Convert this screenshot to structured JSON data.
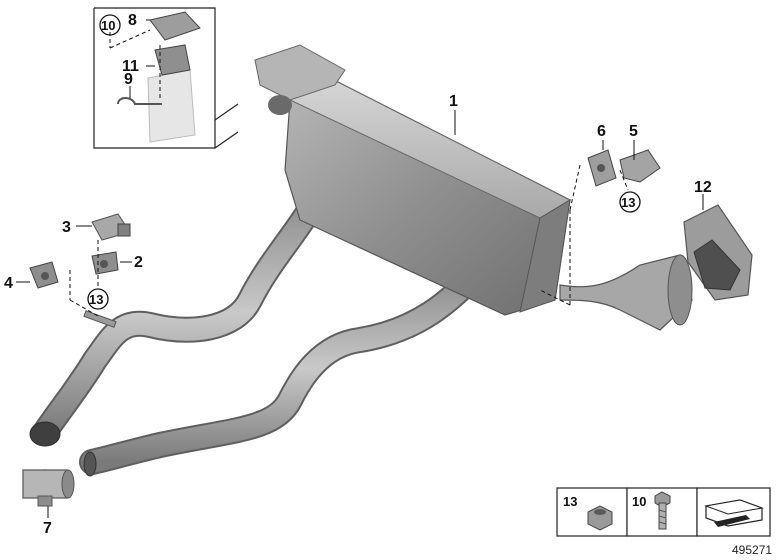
{
  "diagram": {
    "callouts": {
      "c1": "1",
      "c2": "2",
      "c3": "3",
      "c4": "4",
      "c5": "5",
      "c6": "6",
      "c7": "7",
      "c8": "8",
      "c9": "9",
      "c10": "10",
      "c11": "11",
      "c12": "12",
      "c13a": "13",
      "c13b": "13"
    },
    "legend": {
      "nut": "13",
      "bolt": "10"
    },
    "reference_number": "495271"
  }
}
